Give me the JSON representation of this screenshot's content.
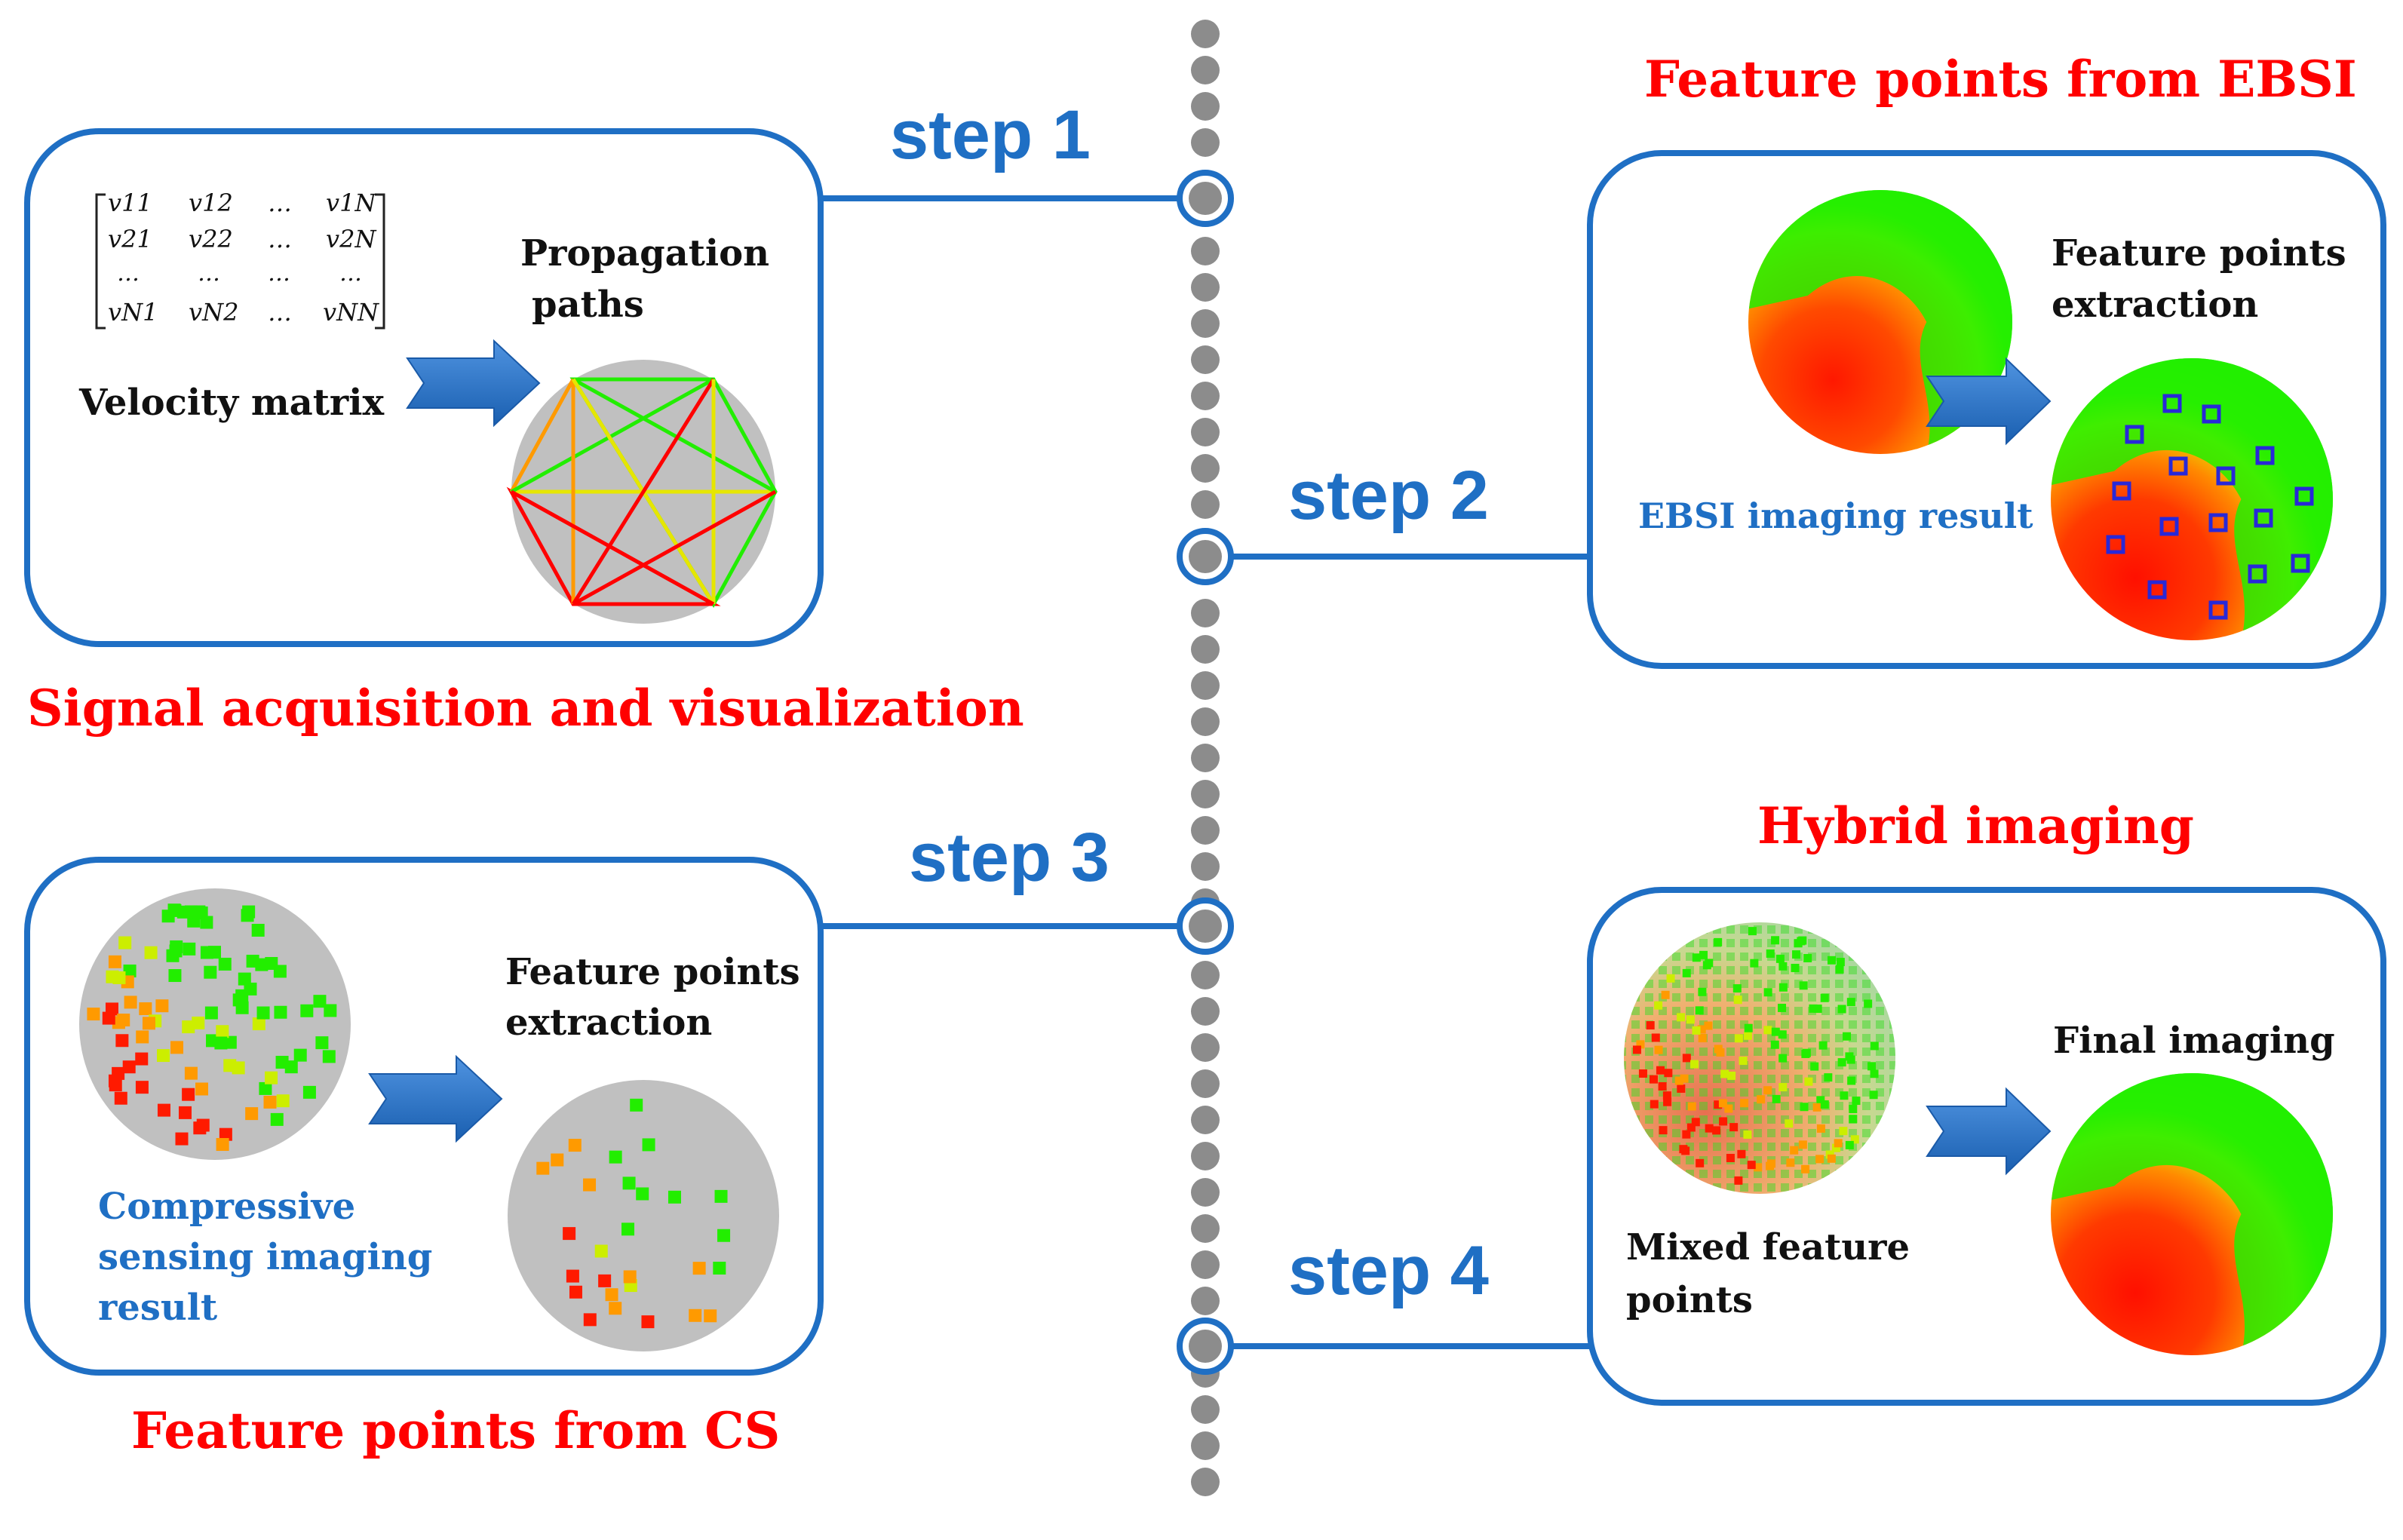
{
  "colors": {
    "accent_blue": "#1f6fc4",
    "title_red": "#ff0000",
    "dot_gray": "#8c8c8c",
    "disc_gray": "#c0c0c0",
    "hot_red": "#ff0000",
    "warm_orange": "#ff9a00",
    "mid_yellow": "#e6e600",
    "cool_green": "#22ee00",
    "marker_blue": "#2828d8"
  },
  "timeline": {
    "step1": "step 1",
    "step2": "step 2",
    "step3": "step 3",
    "step4": "step 4"
  },
  "panel1": {
    "title": "Signal acquisition and visualization",
    "matrix": {
      "row1": [
        "v11",
        "v12",
        "…",
        "v1N"
      ],
      "row2": [
        "v21",
        "v22",
        "…",
        "v2N"
      ],
      "row3": [
        "…",
        "…",
        "…",
        "…"
      ],
      "row4": [
        "vN1",
        "vN2",
        "…",
        "vNN"
      ]
    },
    "matrix_label": "Velocity matrix",
    "paths_label_line1": "Propagation",
    "paths_label_line2": "paths"
  },
  "panel2": {
    "title": "Feature points from EBSI",
    "result_label": "EBSI imaging result",
    "extract_label_line1": "Feature points",
    "extract_label_line2": "extraction"
  },
  "panel3": {
    "title": "Feature points from CS",
    "result_label_line1": "Compressive",
    "result_label_line2": "sensing imaging",
    "result_label_line3": "result",
    "extract_label_line1": "Feature points",
    "extract_label_line2": "extraction"
  },
  "panel4": {
    "title": "Hybrid imaging",
    "mixed_label_line1": "Mixed feature",
    "mixed_label_line2": "points",
    "final_label": "Final imaging"
  }
}
